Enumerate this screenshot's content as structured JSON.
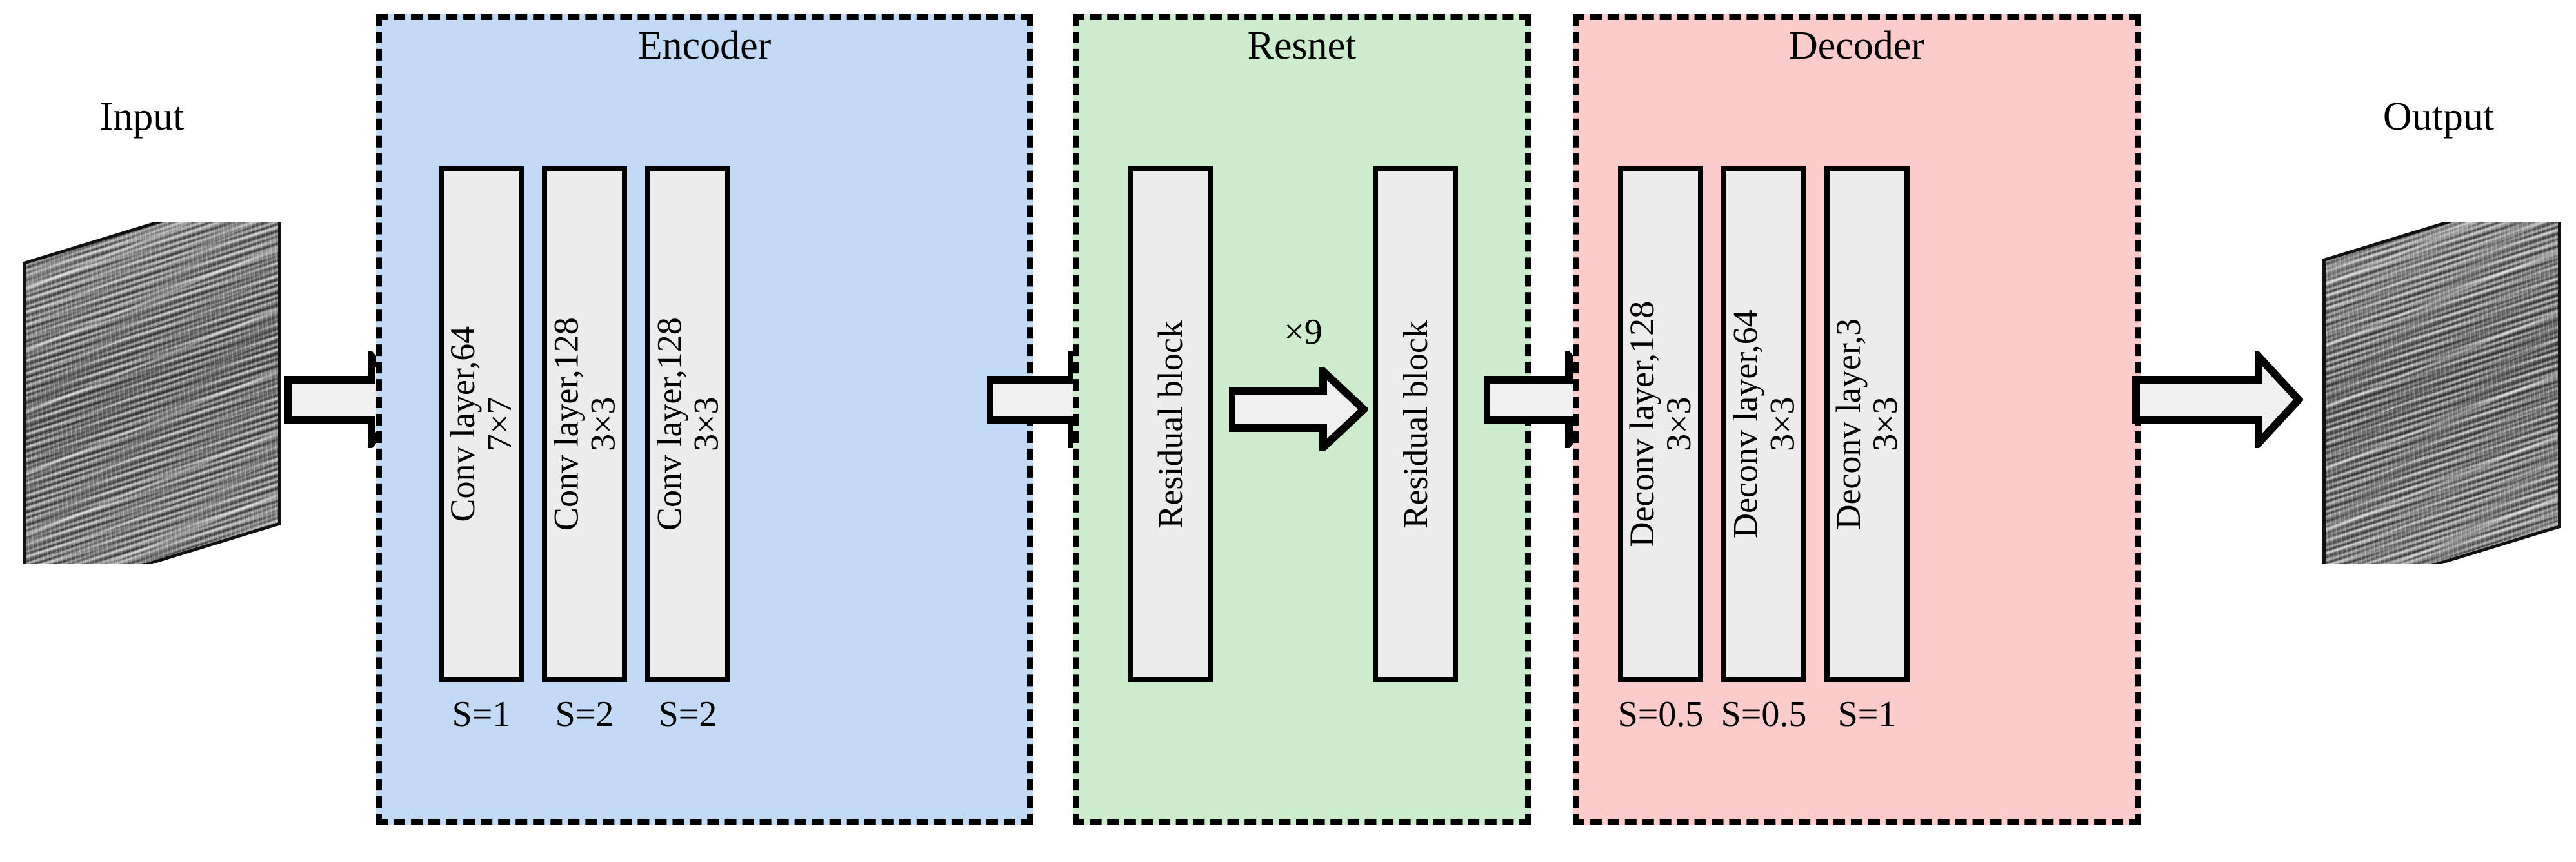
{
  "figure": {
    "type": "neural-network-architecture-diagram",
    "description": "Encoder-Resnet-Decoder generator architecture operating on seismic image patches"
  },
  "io": {
    "input_label": "Input",
    "output_label": "Output",
    "input_image_alt": "seismic-section-grayscale",
    "output_image_alt": "seismic-section-grayscale"
  },
  "groups": [
    {
      "id": "encoder",
      "title": "Encoder",
      "fill": "#c3daf7",
      "border_color": "#000000",
      "layers": [
        {
          "name": "Conv layer,64",
          "kernel": "7×7",
          "stride": "S=1"
        },
        {
          "name": "Conv layer,128",
          "kernel": "3×3",
          "stride": "S=2"
        },
        {
          "name": "Conv layer,128",
          "kernel": "3×3",
          "stride": "S=2"
        }
      ]
    },
    {
      "id": "resnet",
      "title": "Resnet",
      "fill": "#cdeccd",
      "border_color": "#000000",
      "repeat_label": "×9",
      "layers": [
        {
          "name": "Residual block",
          "kernel": "",
          "stride": ""
        },
        {
          "name": "Residual block",
          "kernel": "",
          "stride": ""
        }
      ]
    },
    {
      "id": "decoder",
      "title": "Decoder",
      "fill": "#fccccc",
      "border_color": "#000000",
      "layers": [
        {
          "name": "Deconv layer,128",
          "kernel": "3×3",
          "stride": "S=0.5"
        },
        {
          "name": "Deconv layer,64",
          "kernel": "3×3",
          "stride": "S=0.5"
        },
        {
          "name": "Deconv layer,3",
          "kernel": "3×3",
          "stride": "S=1"
        }
      ]
    }
  ],
  "arrows": [
    {
      "id": "input-to-encoder",
      "label": ""
    },
    {
      "id": "encoder-to-resnet",
      "label": ""
    },
    {
      "id": "resblock-to-resblock",
      "label": "×9"
    },
    {
      "id": "resnet-to-decoder",
      "label": ""
    },
    {
      "id": "decoder-to-output",
      "label": ""
    }
  ],
  "colors": {
    "encoder_fill": "#c3daf7",
    "resnet_fill": "#cdeccd",
    "decoder_fill": "#fccccc",
    "layer_fill": "#ececec",
    "stroke": "#000000",
    "arrow_fill": "#f0f0f0"
  }
}
